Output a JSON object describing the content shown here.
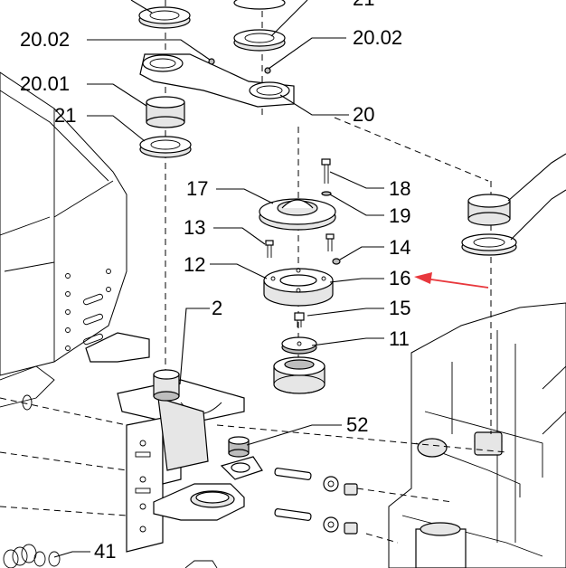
{
  "diagram": {
    "type": "exploded-parts-view",
    "callouts": {
      "c21_top": "21",
      "c2002_left": "20.02",
      "c2002_right": "20.02",
      "c2001": "20.01",
      "c21_left": "21",
      "c20": "20",
      "c17": "17",
      "c18": "18",
      "c19": "19",
      "c13": "13",
      "c14": "14",
      "c12": "12",
      "c16": "16",
      "c15": "15",
      "c11": "11",
      "c2": "2",
      "c52": "52",
      "c41": "41"
    },
    "colors": {
      "line": "#000000",
      "arrow": "#e8383d",
      "shade": "#bdbdbd"
    }
  }
}
